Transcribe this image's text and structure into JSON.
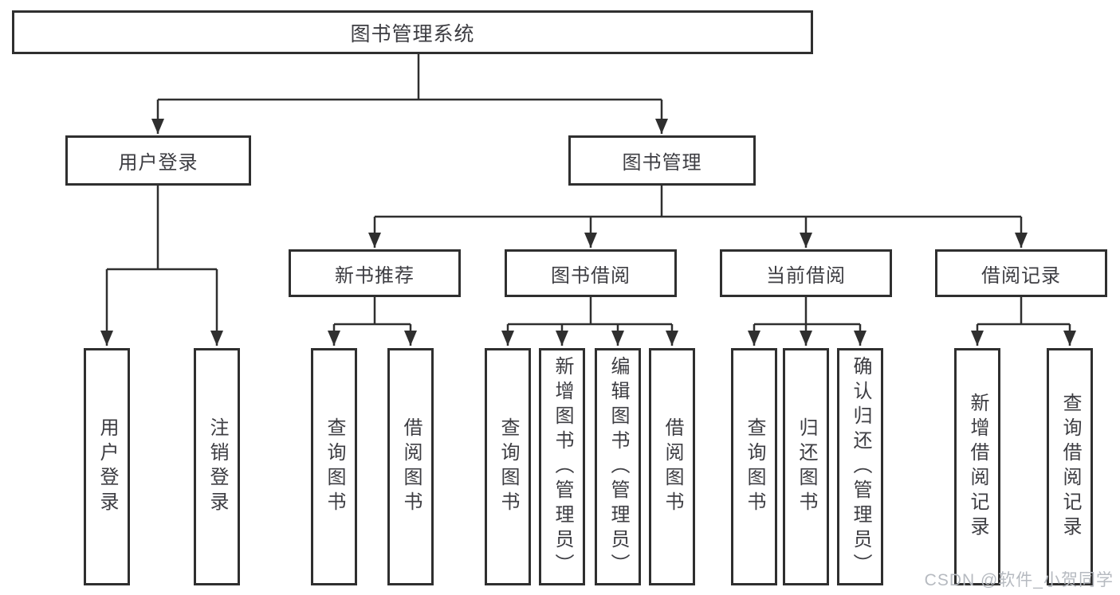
{
  "diagram": {
    "title": "图书管理系统",
    "level2": [
      {
        "id": "user-login",
        "label": "用户登录"
      },
      {
        "id": "book-management",
        "label": "图书管理"
      }
    ],
    "level3": [
      {
        "id": "new-book-recommend",
        "label": "新书推荐"
      },
      {
        "id": "book-borrow",
        "label": "图书借阅"
      },
      {
        "id": "current-borrow",
        "label": "当前借阅"
      },
      {
        "id": "borrow-record",
        "label": "借阅记录"
      }
    ],
    "leaves": [
      {
        "id": "user-login-action",
        "label": "用户登录"
      },
      {
        "id": "logout-action",
        "label": "注销登录"
      },
      {
        "id": "nbr-query-book",
        "label": "查询图书"
      },
      {
        "id": "nbr-borrow-book",
        "label": "借阅图书"
      },
      {
        "id": "bb-query-book",
        "label": "查询图书"
      },
      {
        "id": "bb-add-book-admin",
        "label": "新增图书（管理员）"
      },
      {
        "id": "bb-edit-book-admin",
        "label": "编辑图书（管理员）"
      },
      {
        "id": "bb-borrow-book",
        "label": "借阅图书"
      },
      {
        "id": "cb-query-book",
        "label": "查询图书"
      },
      {
        "id": "cb-return-book",
        "label": "归还图书"
      },
      {
        "id": "cb-confirm-return-admin",
        "label": "确认归还（管理员）"
      },
      {
        "id": "br-add-record",
        "label": "新增借阅记录"
      },
      {
        "id": "br-query-record",
        "label": "查询借阅记录"
      }
    ]
  },
  "watermark": "CSDN @软件_小贺同学",
  "colors": {
    "line": "#2f2f2f",
    "box_border": "#2f2f2f",
    "text": "#3d3d42",
    "background": "#ffffff",
    "watermark": "#b6bac0"
  }
}
